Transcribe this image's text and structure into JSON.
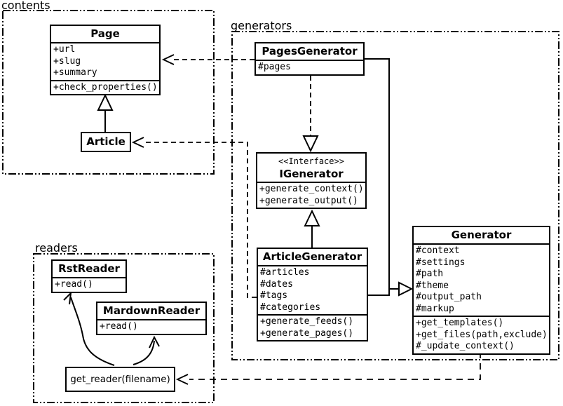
{
  "diagram": {
    "packages": {
      "contents": {
        "label": "contents"
      },
      "generators": {
        "label": "generators"
      },
      "readers": {
        "label": "readers"
      }
    },
    "classes": {
      "page": {
        "title": "Page",
        "attrs": [
          "+url",
          "+slug",
          "+summary"
        ],
        "methods": [
          "+check_properties()"
        ]
      },
      "article": {
        "title": "Article"
      },
      "pages_generator": {
        "title": "PagesGenerator",
        "attrs": [
          "#pages"
        ]
      },
      "igenerator": {
        "stereotype": "<<Interface>>",
        "title": "IGenerator",
        "methods": [
          "+generate_context()",
          "+generate_output()"
        ]
      },
      "article_generator": {
        "title": "ArticleGenerator",
        "attrs": [
          "#articles",
          "#dates",
          "#tags",
          "#categories"
        ],
        "methods": [
          "+generate_feeds()",
          "+generate_pages()"
        ]
      },
      "generator": {
        "title": "Generator",
        "attrs": [
          "#context",
          "#settings",
          "#path",
          "#theme",
          "#output_path",
          "#markup"
        ],
        "methods": [
          "+get_templates()",
          "+get_files(path,exclude)",
          "#_update_context()"
        ]
      },
      "rst_reader": {
        "title": "RstReader",
        "methods": [
          "+read()"
        ]
      },
      "mardown_reader": {
        "title": "MardownReader",
        "methods": [
          "+read()"
        ]
      },
      "get_reader": {
        "title": "get_reader(filename)"
      }
    },
    "colors": {
      "line": "#000000",
      "background": "#ffffff"
    }
  }
}
